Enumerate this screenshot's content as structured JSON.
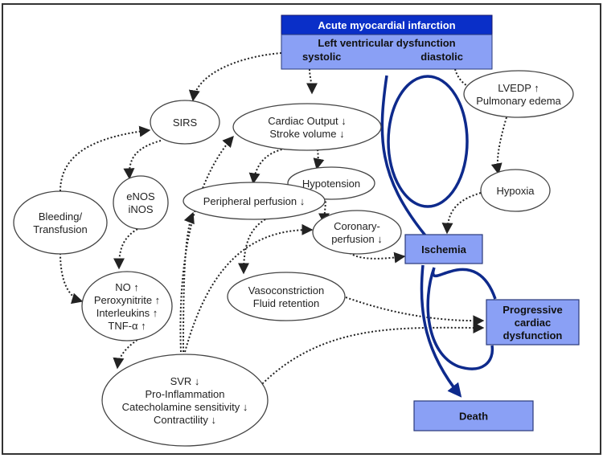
{
  "diagram": {
    "colors": {
      "header_fill": "#0a2fc8",
      "box_fill": "#8aa0f5",
      "box_stroke": "#2a3a7a",
      "spiral_stroke": "#0e2a8c",
      "ellipse_stroke": "#444444",
      "arrow_stroke": "#222222"
    },
    "header": {
      "title": "Acute myocardial infarction",
      "subtitle": "Left ventricular dysfunction",
      "left_label": "systolic",
      "right_label": "diastolic"
    },
    "boxes": {
      "ischemia": [
        "Ischemia"
      ],
      "progressive": [
        "Progressive",
        "cardiac",
        "dysfunction"
      ],
      "death": [
        "Death"
      ]
    },
    "nodes": {
      "sirs": [
        "SIRS"
      ],
      "cardiac_output": [
        "Cardiac Output ↓",
        "Stroke volume ↓"
      ],
      "lvedp": [
        "LVEDP ↑",
        "Pulmonary edema"
      ],
      "enos": [
        "eNOS",
        "iNOS"
      ],
      "bleeding": [
        "Bleeding/",
        "Transfusion"
      ],
      "hypotension": [
        "Hypotension"
      ],
      "peripheral": [
        "Peripheral perfusion ↓"
      ],
      "hypoxia": [
        "Hypoxia"
      ],
      "coronary": [
        "Coronary-",
        "perfusion ↓"
      ],
      "no_group": [
        "NO ↑",
        "Peroxynitrite ↑",
        "Interleukins ↑",
        "TNF-α ↑"
      ],
      "vaso": [
        "Vasoconstriction",
        "Fluid retention"
      ],
      "svr": [
        "SVR ↓",
        "Pro-Inflammation",
        "Catecholamine sensitivity ↓",
        "Contractility ↓"
      ]
    },
    "edges": [
      {
        "from": "header",
        "to": "sirs"
      },
      {
        "from": "header",
        "to": "cardiac_output"
      },
      {
        "from": "header",
        "to": "lvedp"
      },
      {
        "from": "sirs",
        "to": "enos"
      },
      {
        "from": "bleeding",
        "to": "sirs"
      },
      {
        "from": "bleeding",
        "to": "no_group"
      },
      {
        "from": "enos",
        "to": "no_group"
      },
      {
        "from": "cardiac_output",
        "to": "peripheral"
      },
      {
        "from": "cardiac_output",
        "to": "hypotension"
      },
      {
        "from": "hypotension",
        "to": "coronary"
      },
      {
        "from": "peripheral",
        "to": "vaso"
      },
      {
        "from": "lvedp",
        "to": "hypoxia"
      },
      {
        "from": "hypoxia",
        "to": "ischemia"
      },
      {
        "from": "coronary",
        "to": "ischemia"
      },
      {
        "from": "no_group",
        "to": "svr"
      },
      {
        "from": "svr",
        "to": "cardiac_output"
      },
      {
        "from": "svr",
        "to": "peripheral"
      },
      {
        "from": "svr",
        "to": "coronary"
      },
      {
        "from": "vaso",
        "to": "progressive"
      },
      {
        "from": "svr",
        "to": "progressive"
      }
    ]
  }
}
